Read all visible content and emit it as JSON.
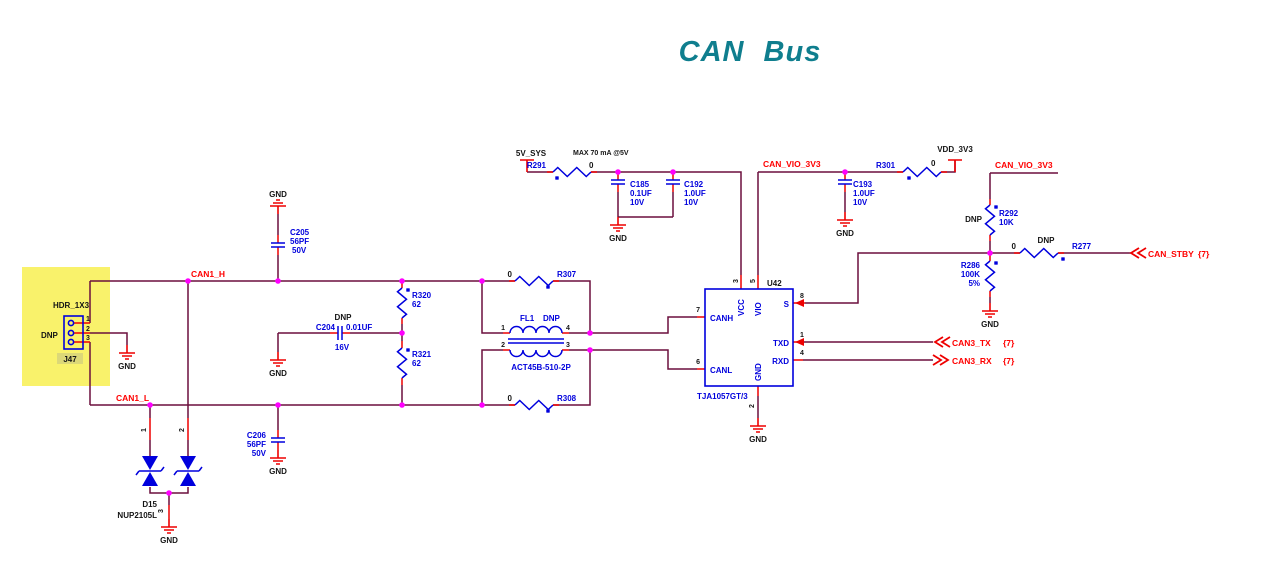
{
  "title": "CAN Bus",
  "labels": {
    "gnd": "GND"
  },
  "power": {
    "v5": "5V_SYS",
    "v5_note": "MAX 70 mA @5V",
    "vdd": "VDD_3V3"
  },
  "nets": {
    "can1_h": "CAN1_H",
    "can1_l": "CAN1_L",
    "can_vio": "CAN_VIO_3V3"
  },
  "ports": {
    "can_stby": {
      "label": "CAN_STBY",
      "page": "{7}"
    },
    "can3_tx": {
      "label": "CAN3_TX",
      "page": "{7}"
    },
    "can3_rx": {
      "label": "CAN3_RX",
      "page": "{7}"
    }
  },
  "connector": {
    "ref": "J47",
    "part": "HDR_1X3",
    "dnp": "DNP",
    "pins": [
      "1",
      "2",
      "3"
    ]
  },
  "tvs": {
    "ref": "D15",
    "part": "NUP2105L",
    "pins": [
      "1",
      "2",
      "3"
    ]
  },
  "choke": {
    "ref": "FL1",
    "dnp": "DNP",
    "part": "ACT45B-510-2P",
    "pins": [
      "1",
      "2",
      "3",
      "4"
    ]
  },
  "ic": {
    "ref": "U42",
    "part": "TJA1057GT/3",
    "pins": {
      "canh": {
        "num": "7",
        "name": "CANH"
      },
      "canl": {
        "num": "6",
        "name": "CANL"
      },
      "vcc": {
        "num": "3",
        "name": "VCC"
      },
      "vio": {
        "num": "5",
        "name": "VIO"
      },
      "s": {
        "num": "8",
        "name": "S"
      },
      "txd": {
        "num": "1",
        "name": "TXD"
      },
      "rxd": {
        "num": "4",
        "name": "RXD"
      },
      "gnd": {
        "num": "2",
        "name": "GND"
      }
    }
  },
  "resistors": {
    "r291": {
      "ref": "R291",
      "value": "0"
    },
    "r301": {
      "ref": "R301",
      "value": "0"
    },
    "r307": {
      "ref": "R307",
      "value": "0"
    },
    "r308": {
      "ref": "R308",
      "value": "0"
    },
    "r320": {
      "ref": "R320",
      "value": "62"
    },
    "r321": {
      "ref": "R321",
      "value": "62"
    },
    "r292": {
      "ref": "R292",
      "value": "10K",
      "dnp": "DNP"
    },
    "r286": {
      "ref": "R286",
      "value": "100K",
      "tolerance": "5%"
    },
    "r277": {
      "ref": "R277",
      "value": "0",
      "dnp": "DNP"
    }
  },
  "capacitors": {
    "c185": {
      "ref": "C185",
      "value": "0.1UF",
      "voltage": "10V"
    },
    "c192": {
      "ref": "C192",
      "value": "1.0UF",
      "voltage": "10V"
    },
    "c193": {
      "ref": "C193",
      "value": "1.0UF",
      "voltage": "10V"
    },
    "c204": {
      "ref": "C204",
      "value": "0.01UF",
      "voltage": "16V",
      "dnp": "DNP"
    },
    "c205": {
      "ref": "C205",
      "value": "56PF",
      "voltage": "50V"
    },
    "c206": {
      "ref": "C206",
      "value": "56PF",
      "voltage": "50V"
    }
  },
  "colors": {
    "wire": "#6b0f3d",
    "symbol": "#0000dd",
    "junction": "#ff00ff",
    "pin": "#ee0000",
    "net_label": "#ff0000",
    "title": "#0f7e8e",
    "highlight": "#f9f26b"
  }
}
